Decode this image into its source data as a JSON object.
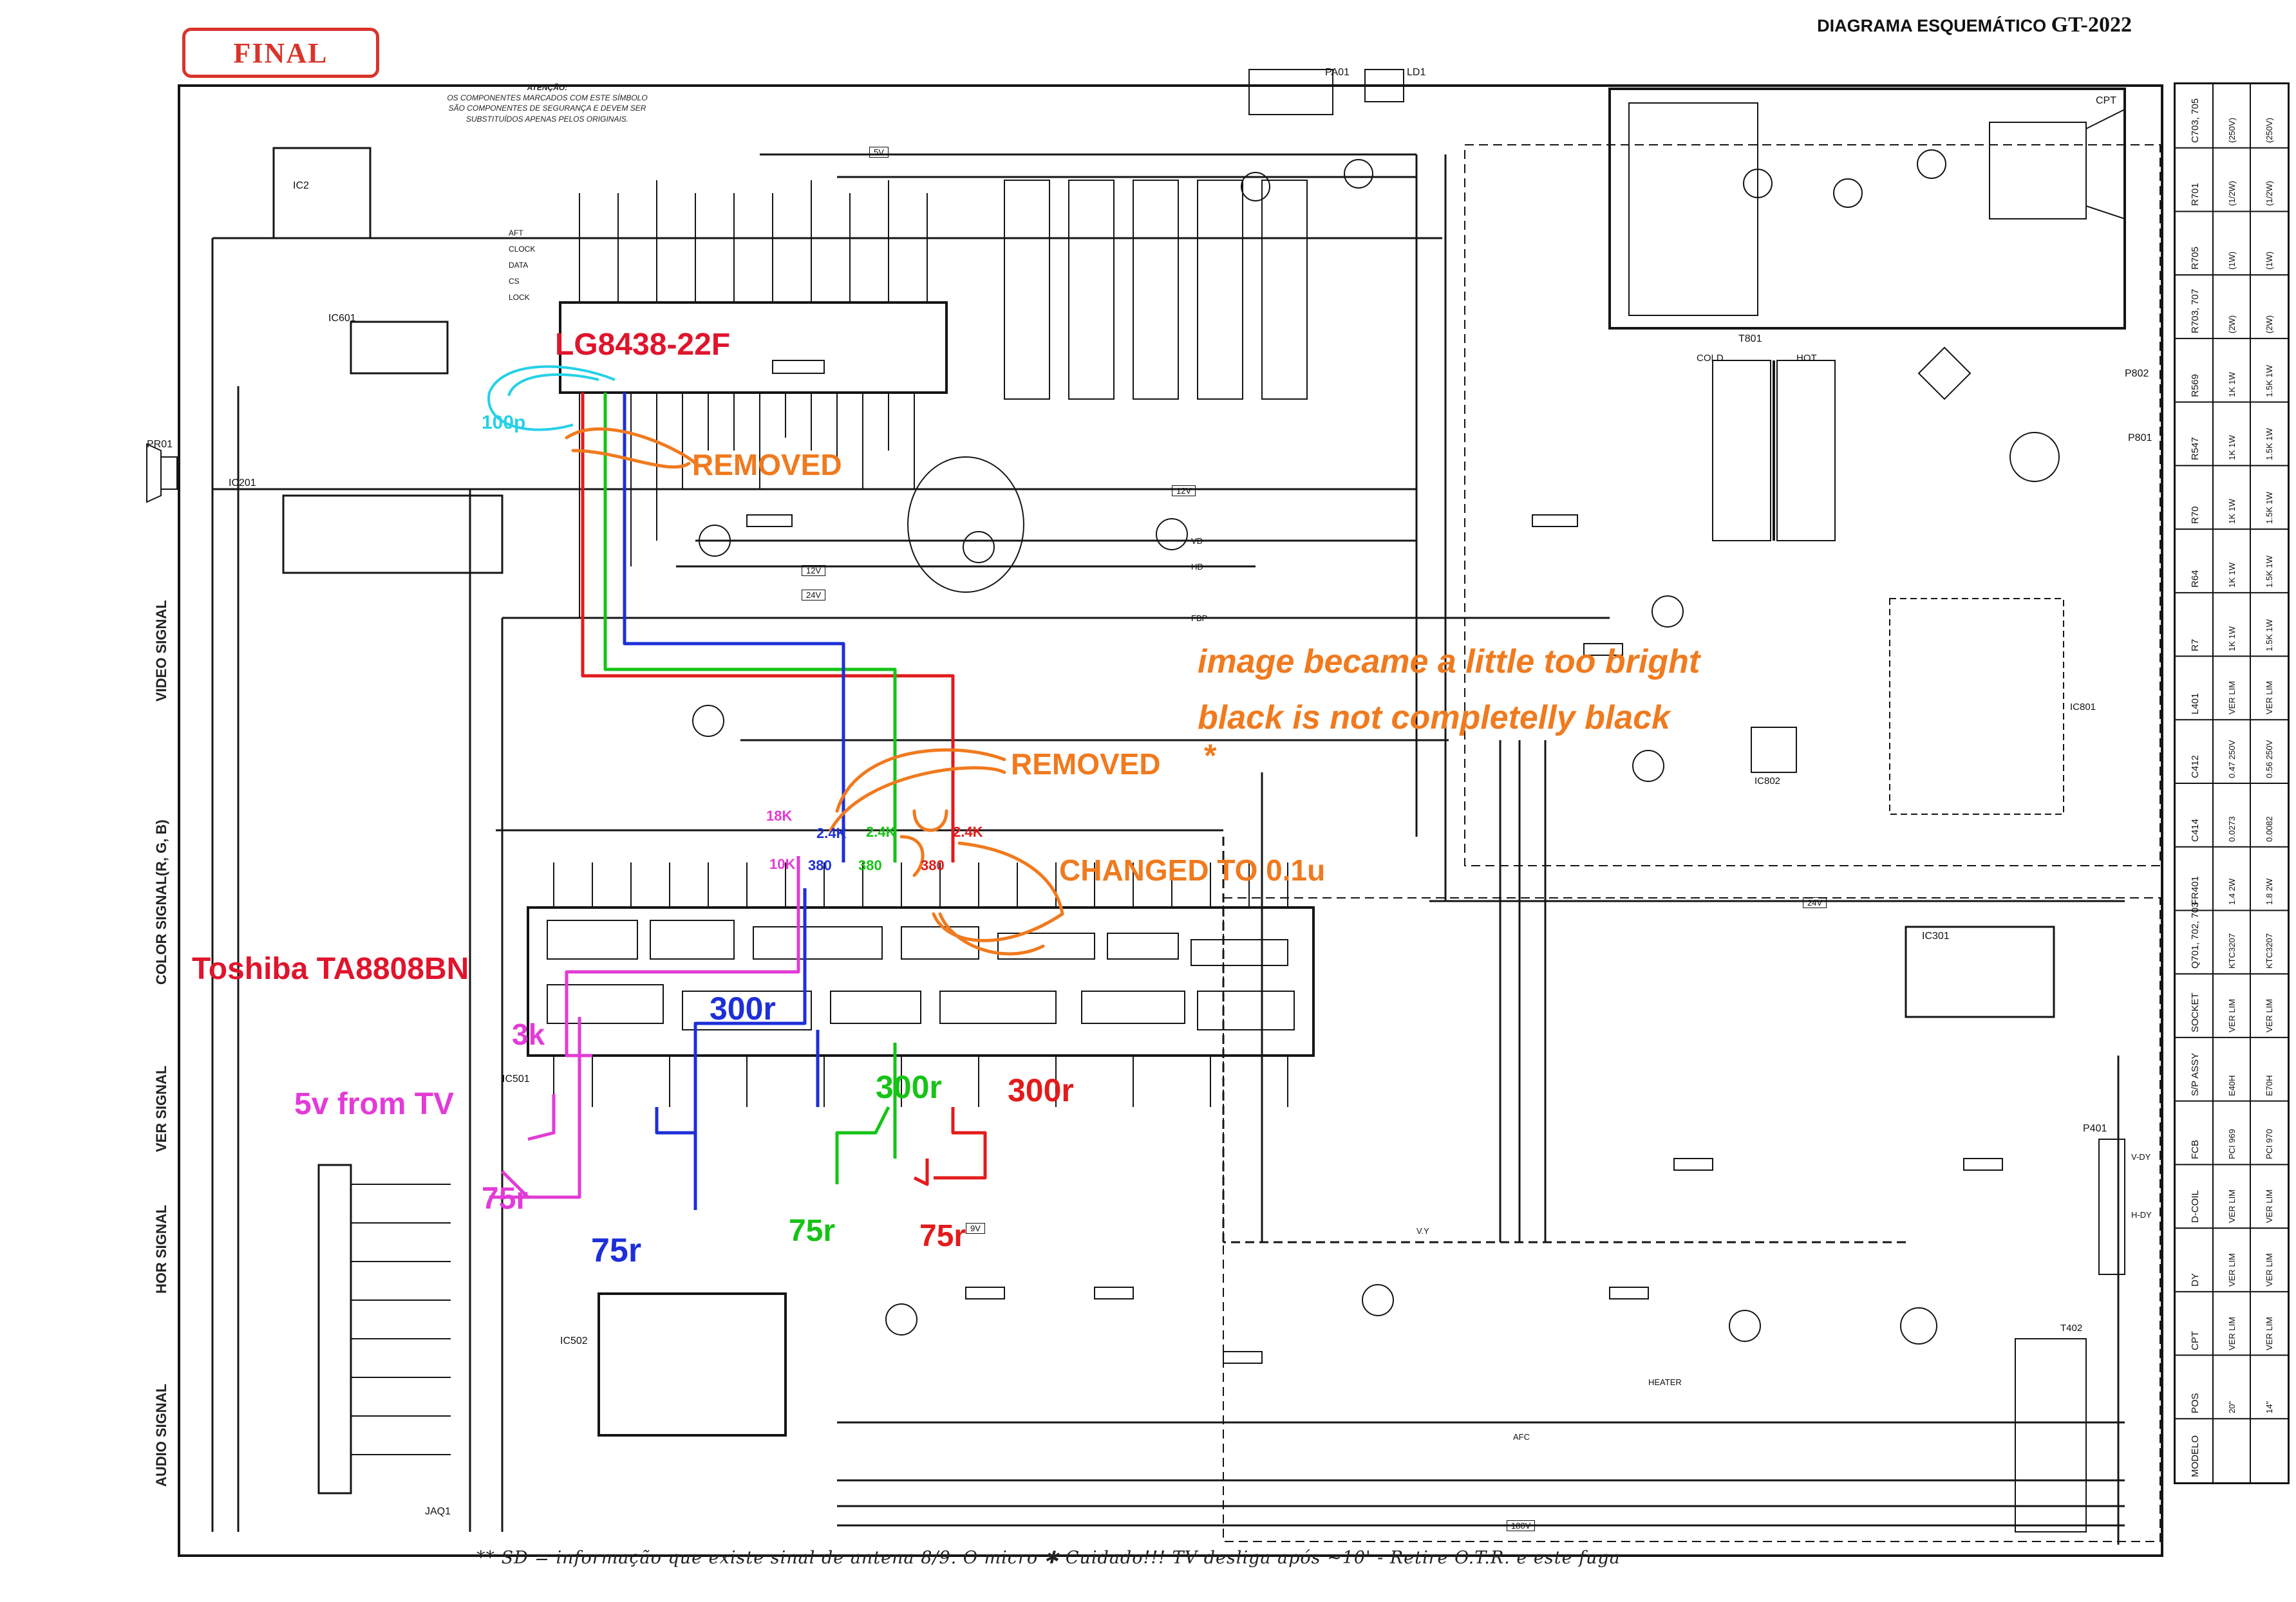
{
  "header": {
    "stamp": "FINAL",
    "title_prefix": "DIAGRAMA ESQUEMÁTICO",
    "title_model": "GT-2022"
  },
  "attention": {
    "label": "ATENÇÃO:",
    "text": "OS COMPONENTES MARCADOS COM ESTE SÍMBOLO SÃO COMPONENTES DE SEGURANÇA E DEVEM SER SUBSTITUÍDOS APENAS PELOS ORIGINAIS."
  },
  "chips": {
    "ic2": "IC2",
    "ic601": "IC601",
    "ic201": "IC201",
    "ic501": "IC501",
    "ic502": "IC502",
    "ic301": "IC301",
    "ic801": "IC801",
    "ic802": "IC802",
    "pa01": "PA01",
    "ld1": "LD1",
    "t801": "T801",
    "t402": "T402",
    "p401": "P401",
    "pr01": "PR01",
    "jaq1": "JAQ1",
    "p802": "P802",
    "p801": "P801",
    "cpt": "CPT"
  },
  "micro_pins": [
    "AFT",
    "CLOCK",
    "DATA",
    "CS",
    "LOCK"
  ],
  "supply_labels": [
    "5V",
    "12V",
    "24V",
    "9V",
    "12V",
    "24V",
    "180V"
  ],
  "signal_labels": [
    "AFC",
    "HD",
    "VD",
    "FBP",
    "V.Y",
    "H-DY",
    "V-DY",
    "HEATER"
  ],
  "transformer": {
    "cold": "COLD",
    "hot": "HOT"
  },
  "side_labels": [
    "VIDEO SIGNAL",
    "COLOR SIGNAL(R, G, B)",
    "VER SIGNAL",
    "HOR SIGNAL",
    "AUDIO SIGNAL"
  ],
  "annotations": {
    "chip_top": "LG8438-22F",
    "chip_mid": "Toshiba TA8808BN",
    "cap_100p": "100p",
    "removed_1": "REMOVED",
    "removed_2": "REMOVED",
    "removed_star": "*",
    "changed": "CHANGED TO 0.1u",
    "note_line1": "image became a little too bright",
    "note_line2": "black is not completelly black",
    "r_18k": "18K",
    "r_10k": "10K",
    "r_2_4k_blue": "2.4K",
    "r_380_blue": "380",
    "r_2_4k_green": "2.4K",
    "r_380_green": "380",
    "r_2_4k_red": "2.4K",
    "r_380_red": "380",
    "r_300_blue": "300r",
    "r_300_green": "300r",
    "r_300_red": "300r",
    "r_3k": "3k",
    "supply_5v": "5v from TV",
    "r_75_magenta": "75r",
    "r_75_blue": "75r",
    "r_75_green": "75r",
    "r_75_red": "75r"
  },
  "handwritten_footer": "** SD = informação que existe sinal de antena 8/9. O micro  ✱ Cuidado!!!  TV desliga após ~10' - Retire O.T.R. e este fuga",
  "colors": {
    "stamp": "#d9342b",
    "red_chip": "#e0142c",
    "orange": "#f07a1e",
    "magenta": "#e23bd6",
    "blue": "#1d2fd8",
    "green": "#17c317",
    "red_wire": "#e21b1b",
    "cyan": "#25d1e6",
    "ink": "#151515"
  },
  "parts_table": {
    "rows": [
      "C703, 705",
      "R701",
      "R705",
      "R703, 707",
      "R569",
      "R547",
      "R70",
      "R64",
      "R7",
      "L401",
      "C412",
      "C414",
      "FR401",
      "Q701, 702, 703",
      "SOCKET",
      "S/P ASSY",
      "FCB",
      "D-COIL",
      "DY",
      "CPT",
      "POS",
      "MODELO"
    ],
    "col_a": [
      "(250V)",
      "(1/2W)",
      "(1W)",
      "(2W)",
      "1K 1W",
      "1K 1W",
      "1K 1W",
      "1K 1W",
      "1K 1W",
      "VER LIM",
      "0.47 250V",
      "0.0273",
      "1.4 2W",
      "KTC3207",
      "VER LIM",
      "E40H",
      "PCI 969",
      "VER LIM",
      "VER LIM",
      "VER LIM",
      "20\"",
      ""
    ],
    "col_b": [
      "(250V)",
      "(1/2W)",
      "(1W)",
      "(2W)",
      "1.5K 1W",
      "1.5K 1W",
      "1.5K 1W",
      "1.5K 1W",
      "1.5K 1W",
      "VER LIM",
      "0.56 250V",
      "0.0082",
      "1.8 2W",
      "KTC3207",
      "VER LIM",
      "E70H",
      "PCI 970",
      "VER LIM",
      "VER LIM",
      "VER LIM",
      "14\"",
      ""
    ]
  }
}
